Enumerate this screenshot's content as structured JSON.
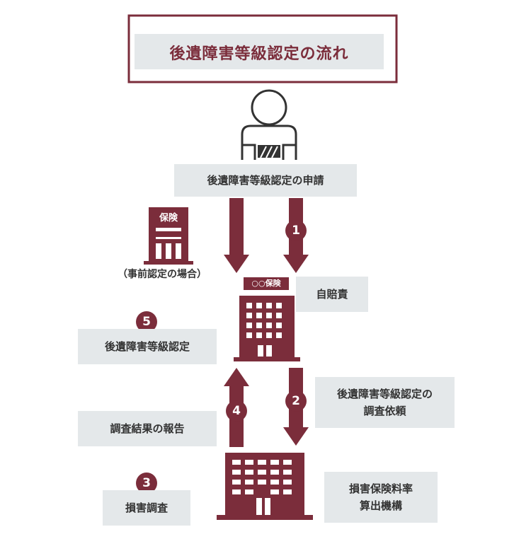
{
  "colors": {
    "accent": "#7b2d3b",
    "box_bg": "#e4e8ea",
    "text": "#333333"
  },
  "title": "後遺障害等級認定の流れ",
  "applicant_box": "後遺障害等級認定の申請",
  "pre_cert_note": "（事前認定の場合）",
  "small_insurer_label": "保険",
  "big_insurer_label": "○○保険",
  "jibaiseki_box": "自賠責",
  "grade_cert_box": "後遺障害等級認定",
  "investigation_request_box": {
    "line1": "後遺障害等級認定の",
    "line2": "調査依頼"
  },
  "result_report_box": "調査結果の報告",
  "damage_investigation_box": "損害調査",
  "org_box": {
    "line1": "損害保険料率",
    "line2": "算出機構"
  },
  "steps": [
    "1",
    "2",
    "3",
    "4",
    "5"
  ],
  "icons": {
    "person": "person-icon",
    "small_building": "small-insurer-building-icon",
    "big_building": "insurance-company-building-icon",
    "org_building": "rating-organization-building-icon"
  }
}
